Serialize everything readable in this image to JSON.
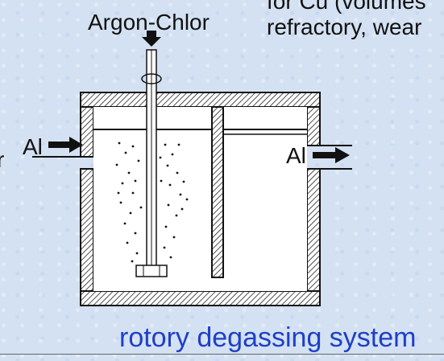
{
  "labels": {
    "gas": "Argon-Chlor",
    "right_line1": "for Cu (volumes",
    "right_line2": "refractory, wear",
    "left_fragment": "r",
    "inlet": "Al",
    "outlet": "Al"
  },
  "caption": "rotory degassing system",
  "colors": {
    "caption": "#1e3fc8",
    "background": "#d3e1f2",
    "line": "#111111"
  },
  "icons": [
    "arrow-down-icon",
    "arrow-right-icon",
    "rotation-icon",
    "impeller-icon"
  ]
}
